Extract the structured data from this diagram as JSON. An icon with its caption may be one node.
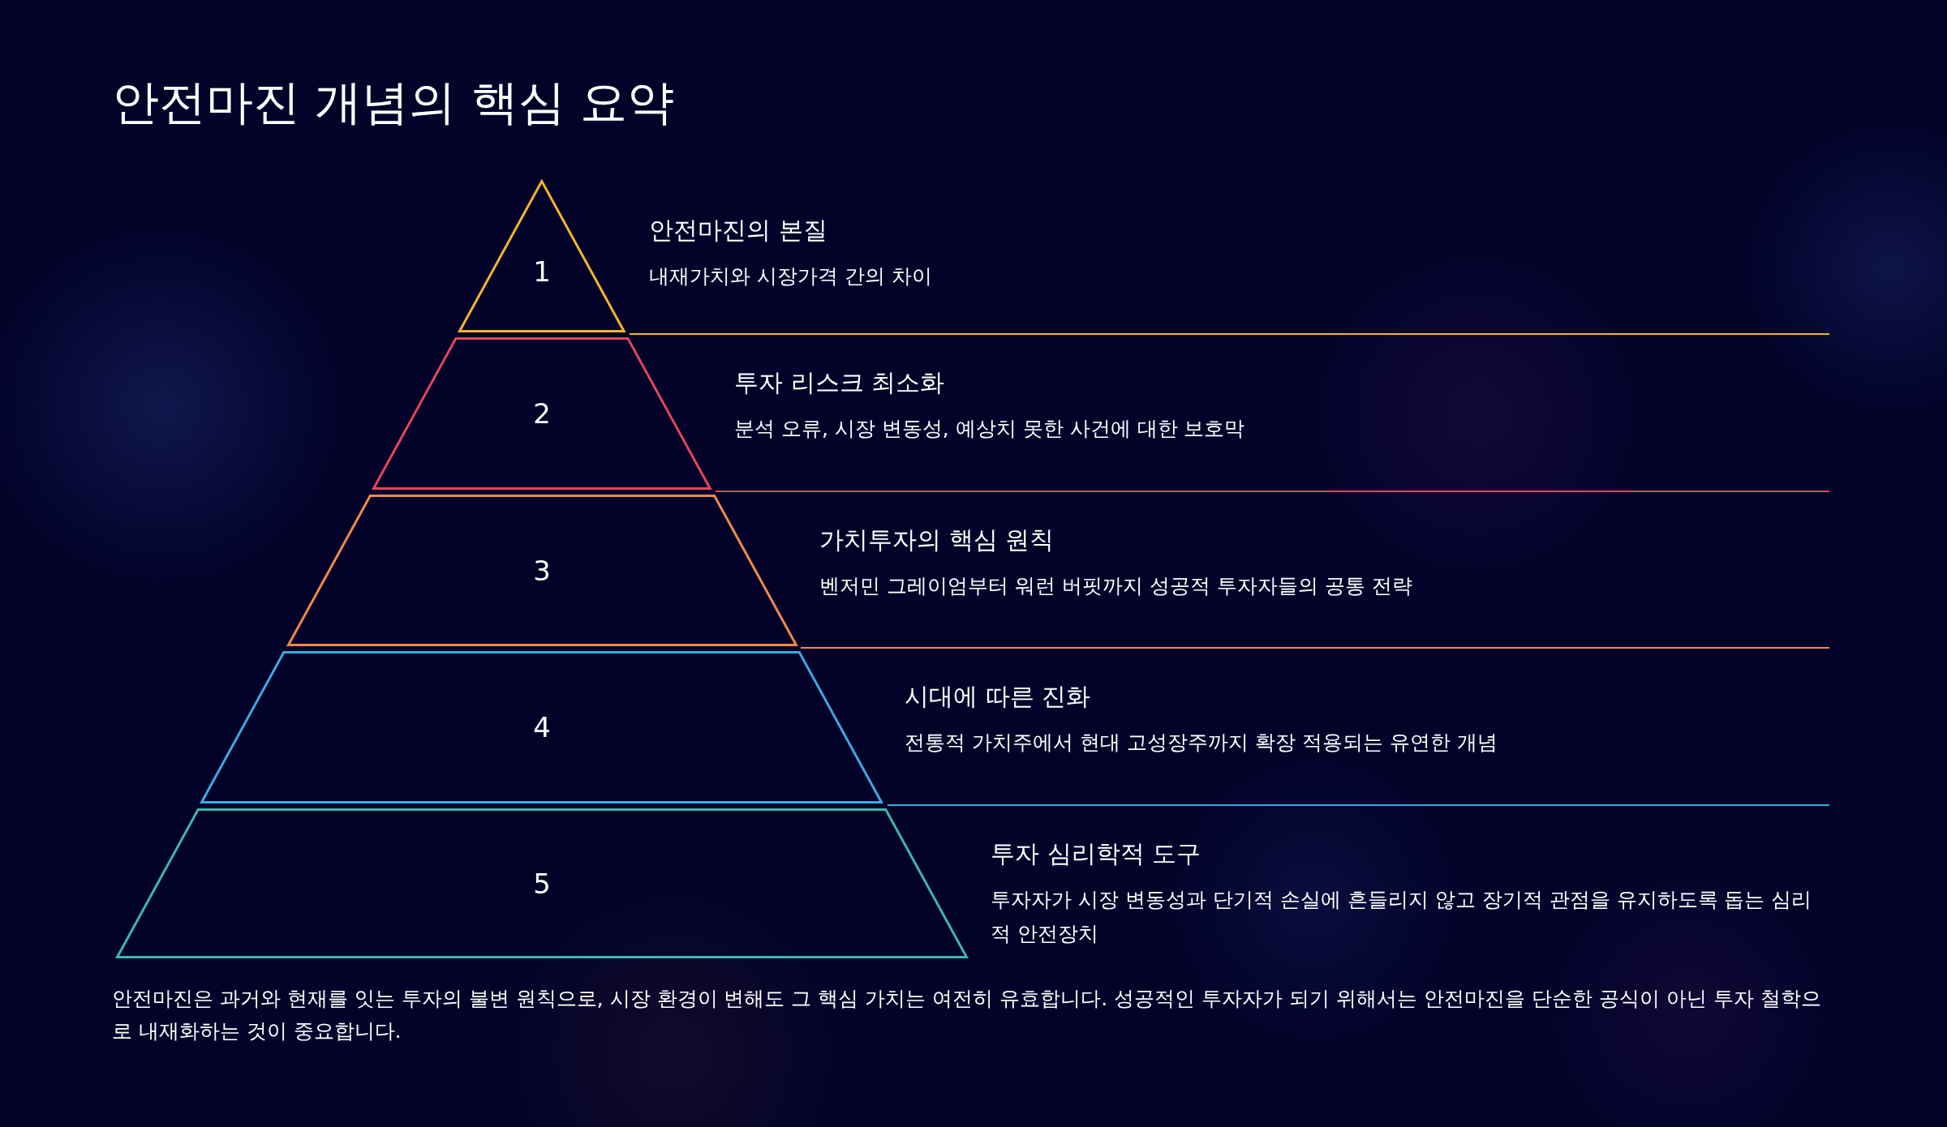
{
  "diagram": {
    "title": "안전마진 개념의 핵심 요약",
    "caption": "안전마진은 과거와 현재를 잇는 투자의 불변 원칙으로, 시장 환경이 변해도 그 핵심 가치는 여전히 유효합니다. 성공적인 투자자가 되기 위해서는 안전마진을 단순한 공식이 아닌 투자 철학으로 내재화하는 것이 중요합니다.",
    "nodes": [
      {
        "text": [
          "1"
        ],
        "beside": [
          "안전마진의 본질",
          "내재가치와 시장가격 간의 차이"
        ]
      },
      {
        "text": [
          "2"
        ],
        "beside": [
          "투자 리스크 최소화",
          "분석 오류, 시장 변동성, 예상치 못한 사건에 대한 보호막"
        ]
      },
      {
        "text": [
          "3"
        ],
        "beside": [
          "가치투자의 핵심 원칙",
          "벤저민 그레이엄부터 워런 버핏까지 성공적 투자자들의 공통 전략"
        ]
      },
      {
        "text": [
          "4"
        ],
        "beside": [
          "시대에 따른 진화",
          "전통적 가치주에서 현대 고성장주까지 확장 적용되는 유연한 개념"
        ]
      },
      {
        "text": [
          "5"
        ],
        "beside": [
          "투자 심리학적 도구",
          "투자자가 시장 변동성과 단기적 손실에 흔들리지 않고 장기적 관점을 유지하도록 돕는 심리적 안전장치"
        ]
      }
    ]
  }
}
